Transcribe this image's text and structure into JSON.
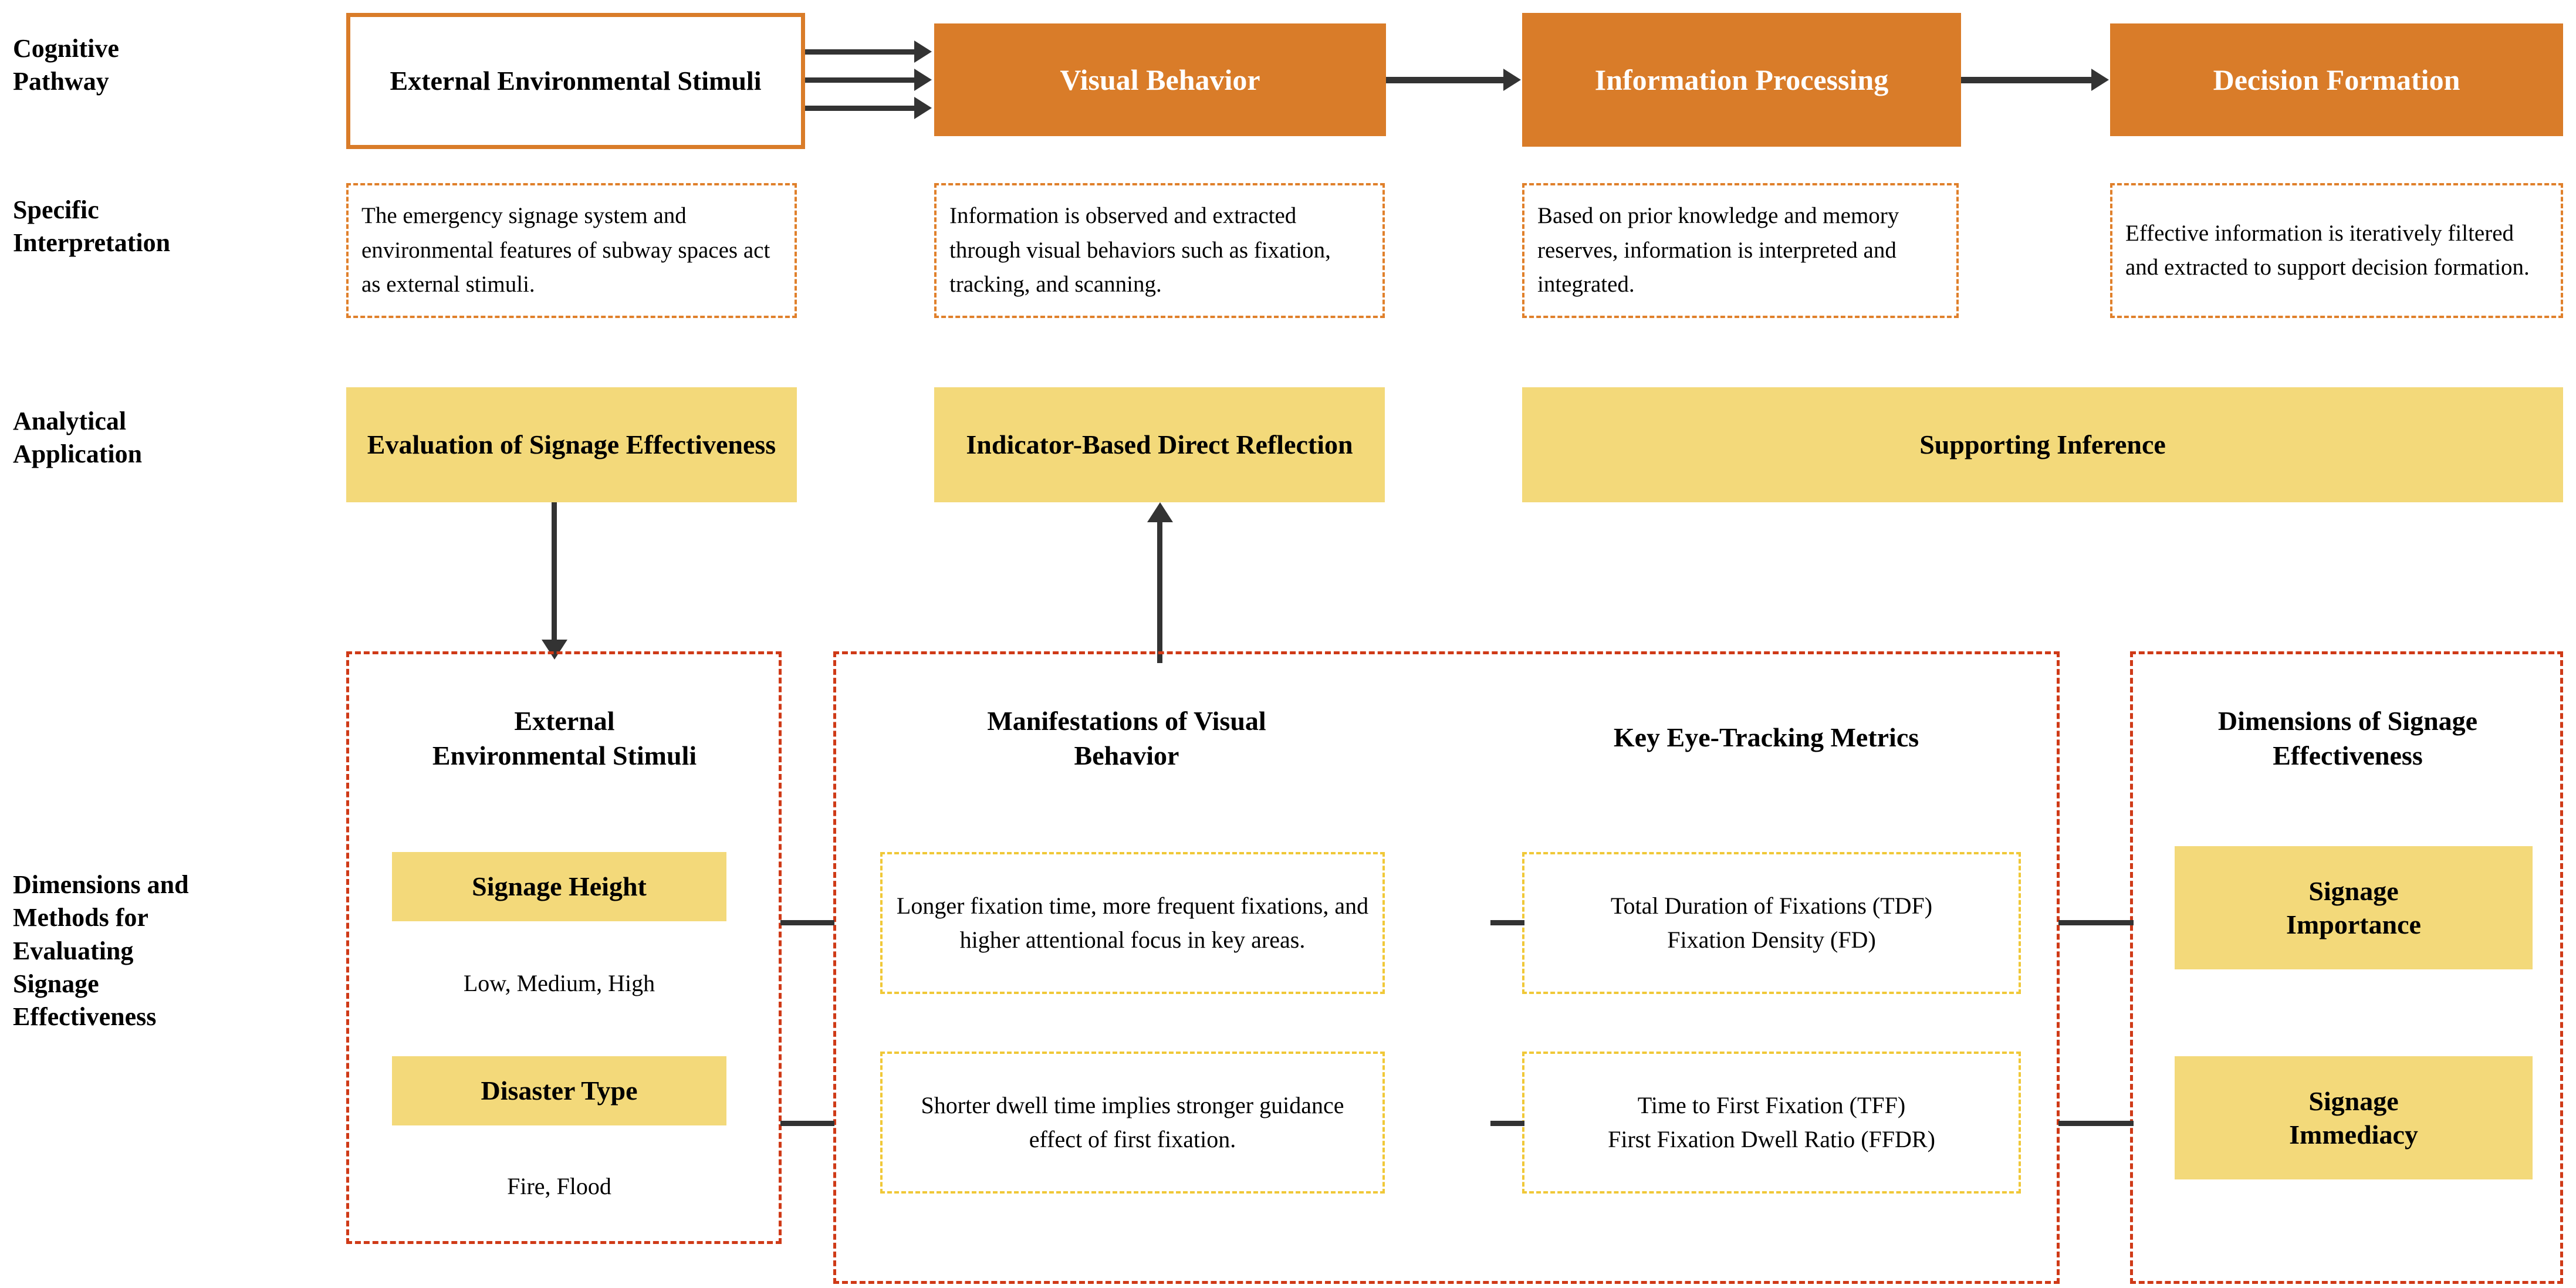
{
  "rows": {
    "cognitive_pathway": "Cognitive\nPathway",
    "specific_interpretation": "Specific\nInterpretation",
    "analytical_application": "Analytical\nApplication",
    "dimensions_methods": "Dimensions and\nMethods for\nEvaluating\nSignage\nEffectiveness"
  },
  "colors": {
    "orange_fill": "#d97c29",
    "orange_dashed": "#e0802b",
    "yellow_fill": "#f3d97a",
    "yellow_dashed": "#f0c838",
    "red_dashed": "#cf3a17",
    "connector": "#333333"
  },
  "pathway": [
    {
      "label": "External\nEnvironmental Stimuli",
      "style": "outlined"
    },
    {
      "label": "Visual Behavior",
      "style": "filled"
    },
    {
      "label": "Information\nProcessing",
      "style": "filled"
    },
    {
      "label": "Decision Formation",
      "style": "filled"
    }
  ],
  "interpretations": [
    "The emergency signage system and environmental features of subway spaces act as external stimuli.",
    "Information is observed and extracted through visual behaviors such as fixation, tracking, and scanning.",
    "Based on prior knowledge and memory reserves, information is interpreted and integrated.",
    "Effective information is iteratively filtered and extracted to support decision formation."
  ],
  "applications": [
    "Evaluation of Signage Effectiveness",
    "Indicator-Based Direct Reflection",
    "Supporting Inference"
  ],
  "bottom": {
    "panel_stimuli": {
      "heading": "External\nEnvironmental Stimuli",
      "items": [
        {
          "title": "Signage Height",
          "values": "Low, Medium, High"
        },
        {
          "title": "Disaster Type",
          "values": "Fire, Flood"
        }
      ]
    },
    "panel_behavior": {
      "heading": "Manifestations of Visual\nBehavior",
      "notes": [
        "Longer fixation time, more frequent fixations, and higher attentional focus in key areas.",
        "Shorter dwell time implies stronger guidance effect of first fixation."
      ]
    },
    "panel_metrics": {
      "heading": "Key Eye-Tracking Metrics",
      "notes": [
        "Total Duration of Fixations (TDF)\nFixation Density (FD)",
        "Time to First Fixation (TFF)\nFirst Fixation Dwell Ratio (FFDR)"
      ]
    },
    "panel_effectiveness": {
      "heading": "Dimensions of Signage\nEffectiveness",
      "items": [
        "Signage\nImportance",
        "Signage\nImmediacy"
      ]
    }
  }
}
